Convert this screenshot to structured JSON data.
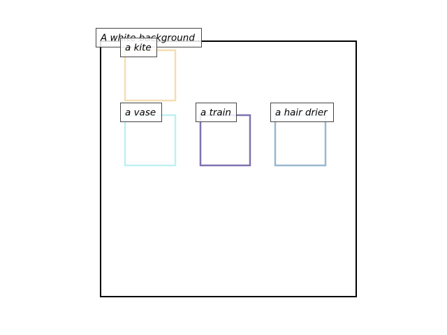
{
  "background": {
    "label": "A white background",
    "stroke_color": "#000000"
  },
  "boxes": [
    {
      "label": "a kite",
      "color": "#f5deb3"
    },
    {
      "label": "a vase",
      "color": "#c0f0f0"
    },
    {
      "label": "a train",
      "color": "#7f72b0"
    },
    {
      "label": "a hair drier",
      "color": "#98b8d0"
    }
  ]
}
